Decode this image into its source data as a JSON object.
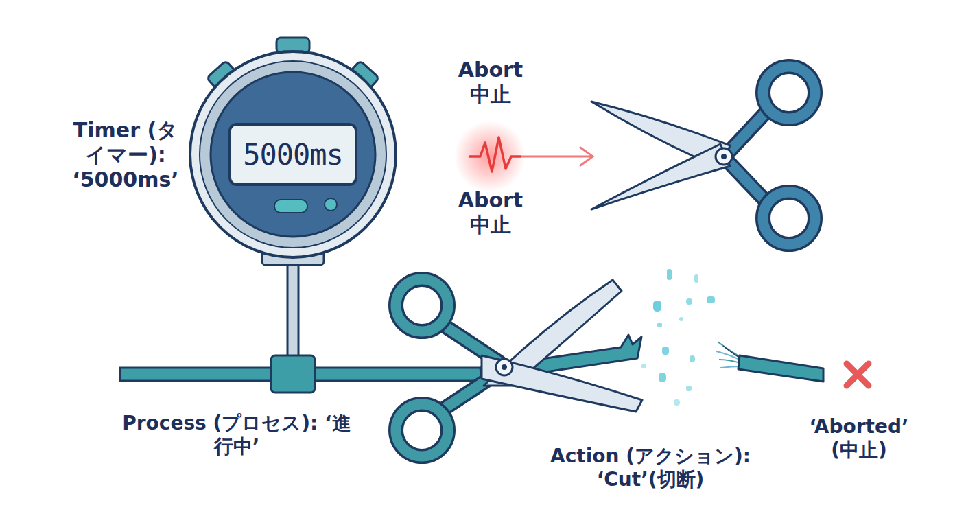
{
  "diagram": {
    "nodes": [
      {
        "text": [
          "5000ms"
        ]
      }
    ],
    "labels": [
      "Timer (タイマー): ‘5000ms’",
      "Abort 中止",
      "Abort 中止",
      "Process (プロセス): ‘進行中’",
      "Action (アクション): ‘Cut’(切断)",
      "‘Aborted’ (中止)"
    ]
  }
}
